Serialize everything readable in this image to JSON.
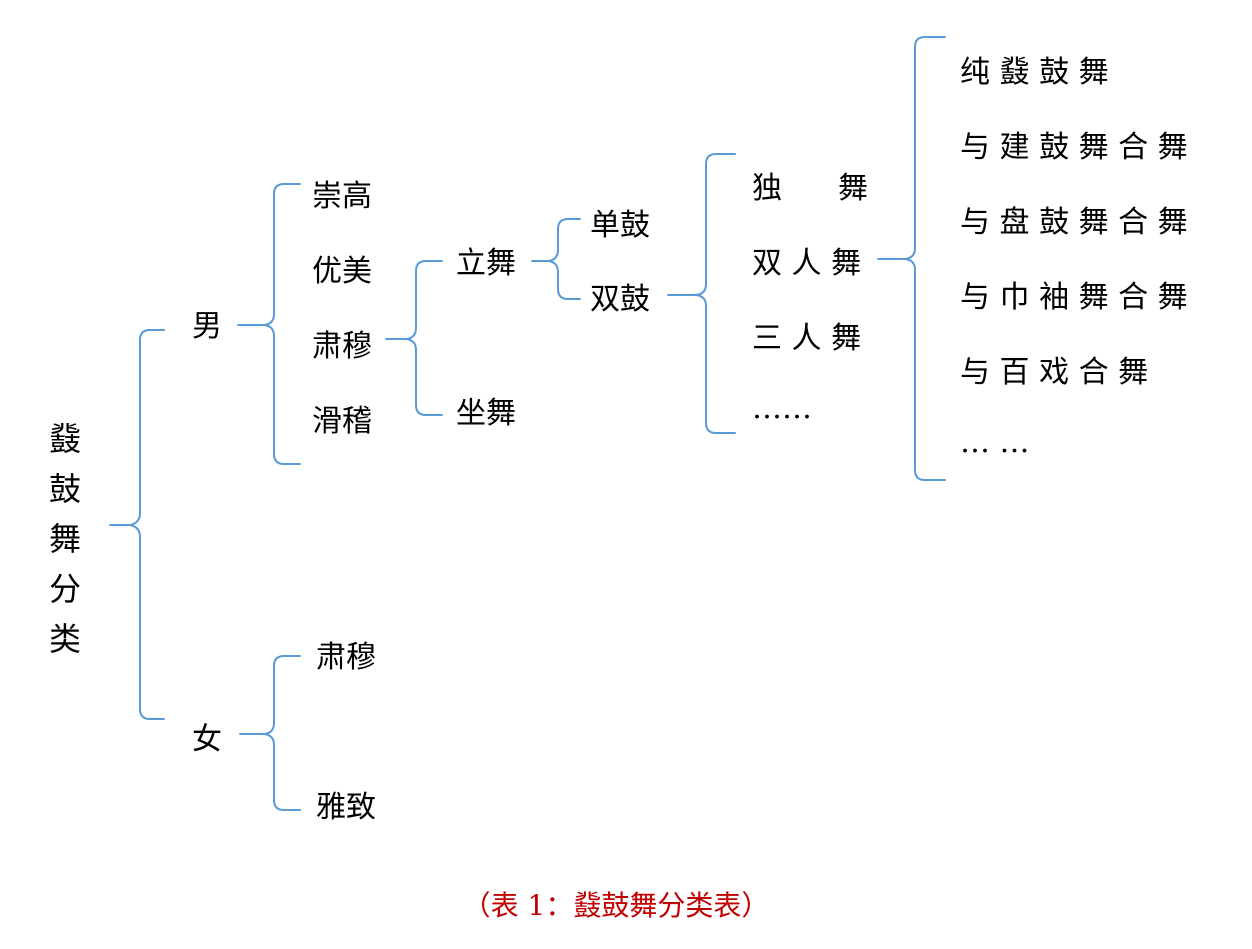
{
  "root_label": [
    "鼗",
    "鼓",
    "舞",
    "分",
    "类"
  ],
  "gender": {
    "male": "男",
    "female": "女"
  },
  "male_styles": [
    "崇高",
    "优美",
    "肃穆",
    "滑稽"
  ],
  "female_styles": [
    "肃穆",
    "雅致"
  ],
  "posture": {
    "standing": "立舞",
    "sitting": "坐舞"
  },
  "drum": {
    "single": "单鼓",
    "double": "双鼓"
  },
  "performers": {
    "solo_a": "独",
    "solo_b": "舞",
    "duo": "双 人 舞",
    "trio": "三 人 舞",
    "more": "……"
  },
  "combinations": [
    "纯 鼗 鼓 舞",
    "与 建 鼓 舞 合 舞",
    "与 盘 鼓 舞 合 舞",
    "与 巾 袖 舞 合 舞",
    "与 百 戏 合 舞",
    "… …"
  ],
  "caption": "（表 1：鼗鼓舞分类表）",
  "colors": {
    "brace": "#5b9bd5",
    "caption": "#c00000",
    "text": "#000000"
  }
}
